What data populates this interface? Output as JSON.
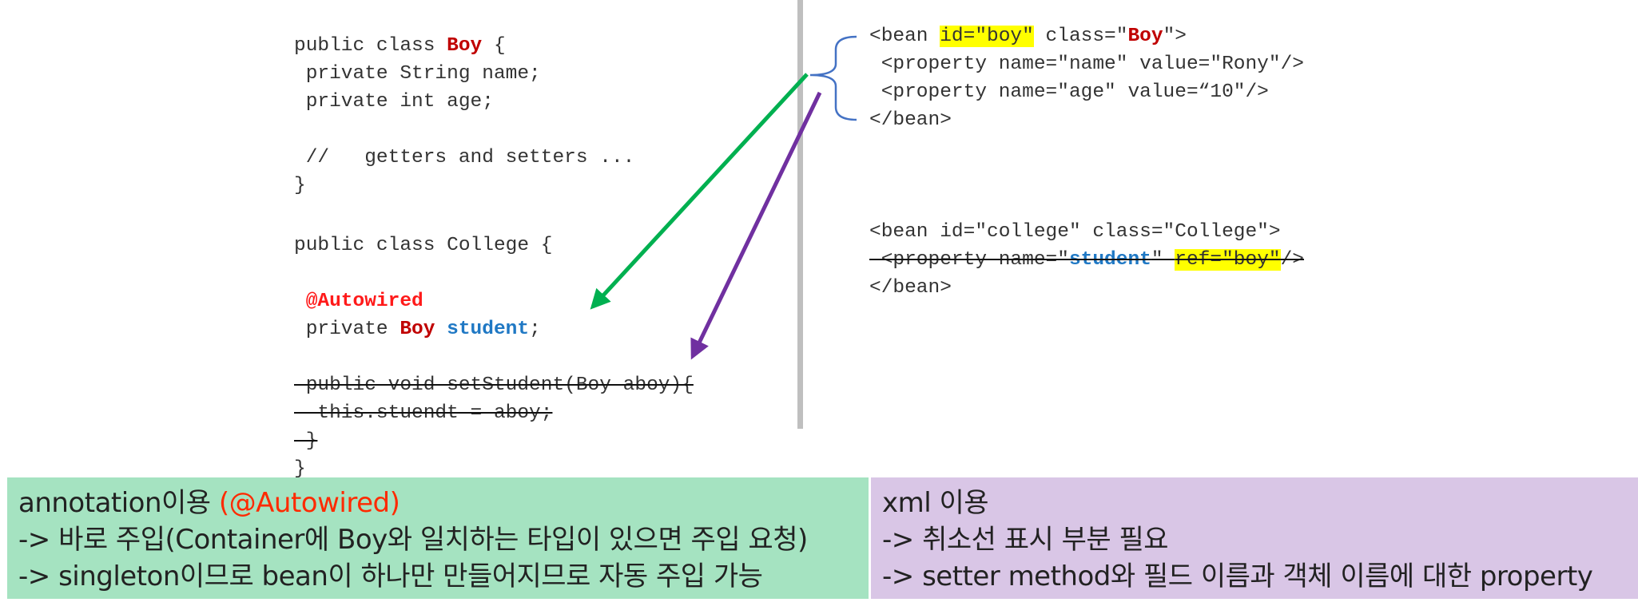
{
  "left_code": {
    "boy_class": {
      "l1_pre": "public class ",
      "l1_name": "Boy",
      "l1_post": " {",
      "l2": " private String name;",
      "l3": " private int age;",
      "l4": " //   getters and setters ...",
      "l5": "}"
    },
    "college_class": {
      "l1": "public class College {",
      "annotation": " @Autowired",
      "field_pre": " private ",
      "field_type": "Boy",
      "field_name": "student",
      "field_post": ";",
      "setter_l1": " public void setStudent(Boy aboy){",
      "setter_l2": "  this.stuendt = aboy;",
      "setter_l3": " }",
      "close": "}"
    }
  },
  "right_code": {
    "bean_boy": {
      "l1_pre": "<bean ",
      "l1_id": "id=\"boy\"",
      "l1_mid": " class=\"",
      "l1_class": "Boy",
      "l1_post": "\">",
      "l2": " <property name=\"name\" value=\"Rony\"/>",
      "l3": " <property name=\"age\" value=“10\"/>",
      "l4": "</bean>"
    },
    "bean_college": {
      "l1": "<bean id=\"college\" class=\"College\">",
      "prop_pre": " <property name=\"",
      "prop_name": "student",
      "prop_mid": "\" ",
      "prop_ref": "ref=\"boy\"",
      "prop_post": "/>",
      "l3": "</bean>"
    }
  },
  "annotation_box": {
    "title_pre": "annotation이용 ",
    "title_highlight": "(@Autowired)",
    "line1": "-> 바로 주입(Container에 Boy와 일치하는 타입이 있으면 주입 요청)",
    "line2": "-> singleton이므로 bean이 하나만 만들어지므로 자동 주입 가능"
  },
  "xml_box": {
    "title": "xml 이용",
    "line1": "-> 취소선 표시 부분 필요",
    "line2": "-> setter method와 필드 이름과 객체 이름에 대한 property"
  },
  "colors": {
    "green_arrow": "#00b050",
    "purple_arrow": "#7030a0",
    "brace": "#4472c4",
    "annotation_box_bg": "#a5e3c1",
    "xml_box_bg": "#d9c6e6",
    "highlight": "#ffff00",
    "class_name_red": "#c00000",
    "field_blue": "#1f78c4"
  }
}
